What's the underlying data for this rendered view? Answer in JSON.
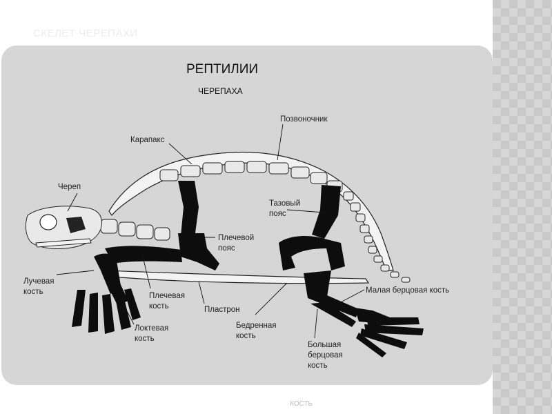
{
  "slide": {
    "title": "СКЕЛЕТ ЧЕРЕПАХИ",
    "bottom_fragment": "КОСТЬ"
  },
  "diagram": {
    "heading": "РЕПТИЛИИ",
    "subheading": "ЧЕРЕПАХА",
    "labels": {
      "skull": "Череп",
      "carapace": "Карапакс",
      "spine": "Позвоночник",
      "pelvic_1": "Тазовый",
      "pelvic_2": "пояс",
      "shoulder_1": "Плечевой",
      "shoulder_2": "пояс",
      "radius_1": "Лучевая",
      "radius_2": "кость",
      "humerus_1": "Плечевая",
      "humerus_2": "кость",
      "plastron": "Пластрон",
      "ulna_1": "Локтевая",
      "ulna_2": "кость",
      "femur_1": "Бедренная",
      "femur_2": "кость",
      "fibula": "Малая берцовая кость",
      "tibia_1": "Большая",
      "tibia_2": "берцовая",
      "tibia_3": "кость"
    }
  },
  "colors": {
    "panel": "#d6d6d6",
    "bone": "#0d0d0d",
    "shell": "#f3f3f3"
  }
}
